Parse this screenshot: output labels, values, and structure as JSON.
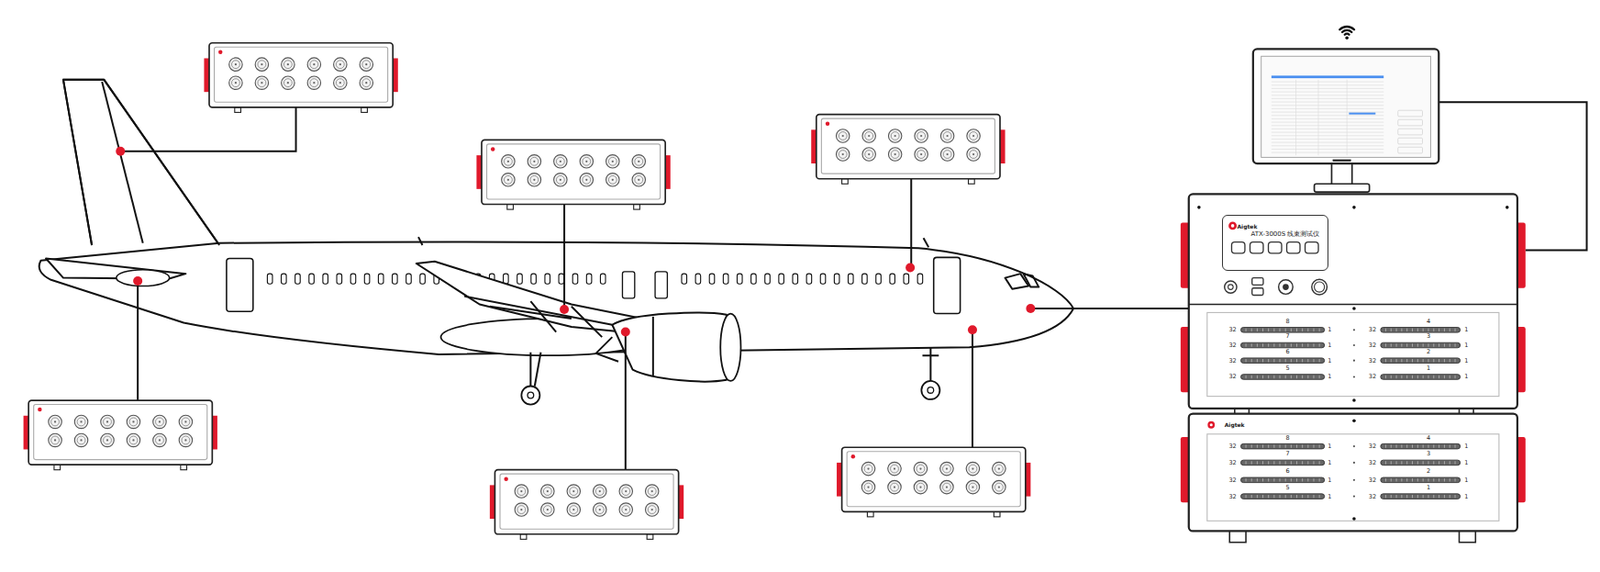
{
  "diagram": {
    "nodes": [
      {
        "text": [
          "Aigtek",
          "ATX-3000S 线束测试仪"
        ]
      }
    ],
    "labels": [
      "8",
      "4",
      "32",
      "1",
      "32",
      "1",
      "7",
      "3",
      "32",
      "1",
      "32",
      "1",
      "6",
      "2",
      "32",
      "1",
      "32",
      "1",
      "5",
      "1",
      "32",
      "1",
      "32",
      "1",
      "Aigtek",
      "8",
      "4",
      "32",
      "1",
      "32",
      "1",
      "7",
      "3",
      "32",
      "1",
      "32",
      "1",
      "6",
      "2",
      "32",
      "1",
      "32",
      "1",
      "5",
      "1",
      "32",
      "1",
      "32",
      "1"
    ]
  }
}
